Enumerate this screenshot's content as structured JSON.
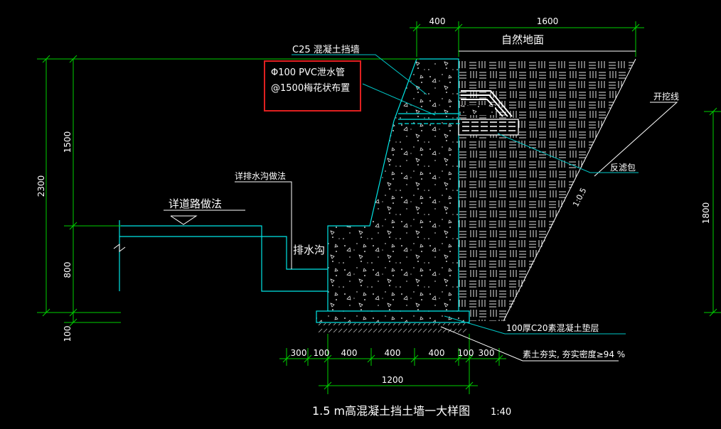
{
  "labels": {
    "c25_wall": "C25 混凝土挡墙",
    "pvc_pipe": "Φ100 PVC泄水管",
    "pvc_spacing": "@1500梅花状布置",
    "natural_ground": "自然地面",
    "excavation_line": "开挖线",
    "filter_bag": "反滤包",
    "slope_ratio": "1:0.5",
    "drain_detail": "详排水沟做法",
    "road_detail": "详道路做法",
    "drain_ditch": "排水沟",
    "cushion": "100厚C20素混凝土垫层",
    "compaction": "素土夯实, 夯实密度≥94 %",
    "title": "1.5 m高混凝土挡土墙一大样图",
    "scale": "1:40"
  },
  "dimensions": {
    "top_400": "400",
    "top_1600": "1600",
    "left_2300": "2300",
    "left_1500": "1500",
    "left_800": "800",
    "left_100": "100",
    "right_1800": "1800",
    "bottom": [
      "300",
      "100",
      "400",
      "400",
      "400",
      "100",
      "300"
    ],
    "bottom_total": "1200"
  },
  "colors": {
    "background": "#000000",
    "dimension_lines": "#00d000",
    "structure_lines": "#00e5e5",
    "highlight_box": "#e02020",
    "text": "#ffffff"
  }
}
